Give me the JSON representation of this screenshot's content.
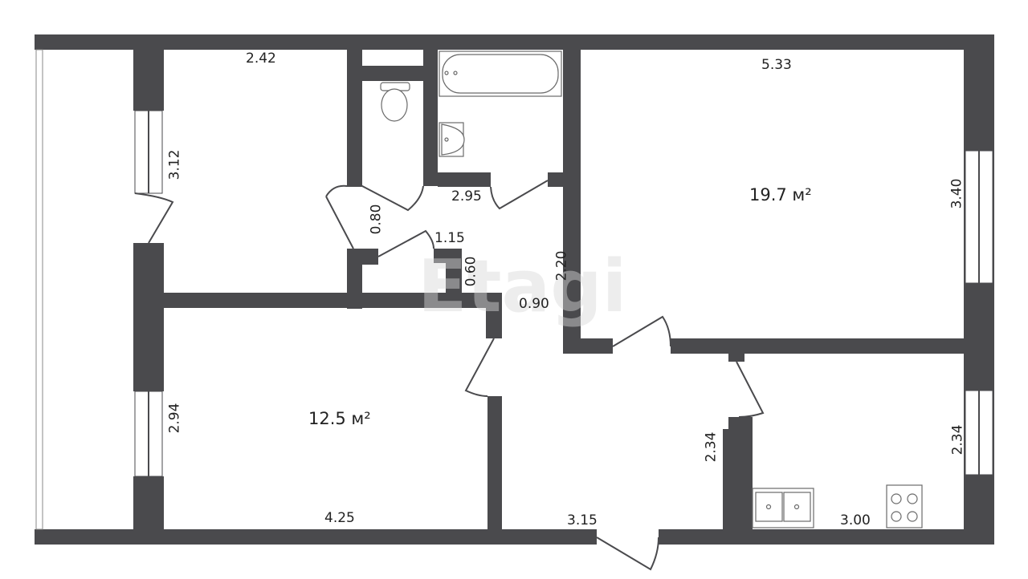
{
  "plan": {
    "areas": {
      "room_large": "19.7 м²",
      "room_small": "12.5 м²"
    },
    "dimensions": {
      "room1_top": "2.42",
      "room1_side": "3.12",
      "corridor_top": "2.95",
      "wc_door": "0.80",
      "niche_width": "1.15",
      "niche_depth": "0.60",
      "hall_height": "2.20",
      "hall_width": "0.90",
      "room_large_top": "5.33",
      "room_large_side": "3.40",
      "room_small_side": "2.94",
      "room_small_bottom": "4.25",
      "hall_bottom": "3.15",
      "kitchen_side_left": "2.34",
      "kitchen_side_right": "2.34",
      "kitchen_bottom": "3.00"
    },
    "watermark": "Etagi",
    "wall_color": "#4a4a4d"
  }
}
